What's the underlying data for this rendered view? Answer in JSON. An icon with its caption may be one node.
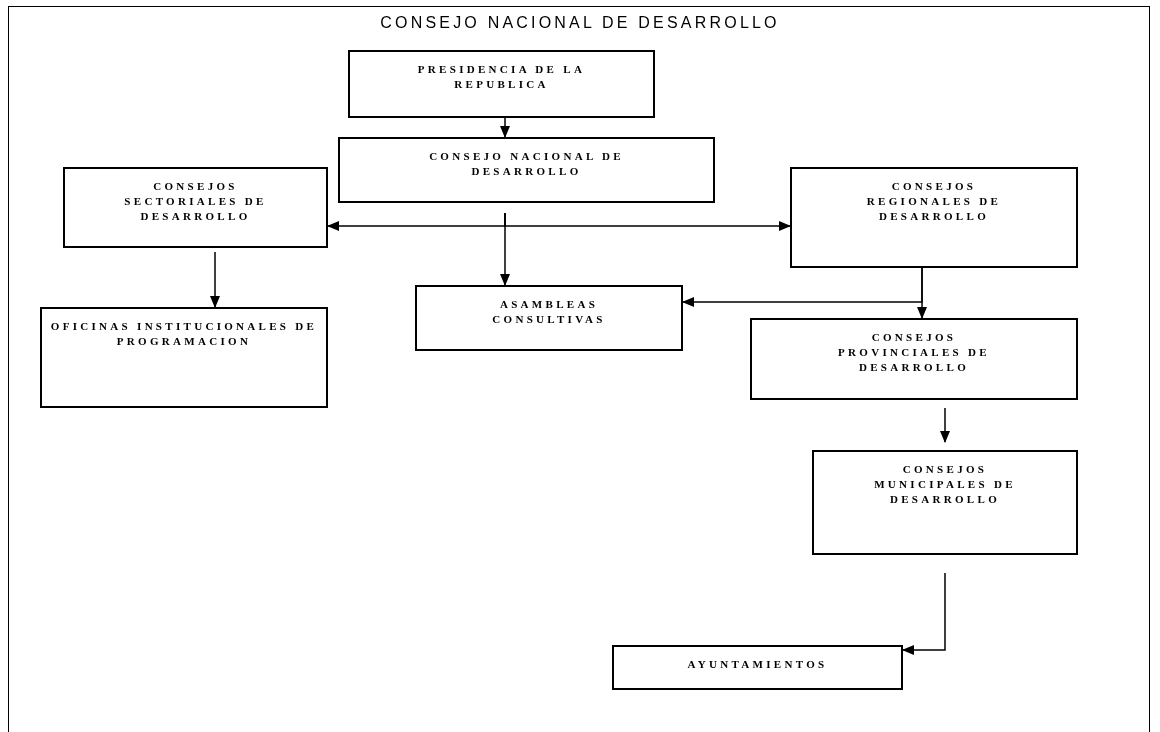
{
  "diagram": {
    "title": "CONSEJO NACIONAL DE DESARROLLO",
    "nodes": [
      {
        "text": [
          "PRESIDENCIA DE LA REPUBLICA"
        ]
      },
      {
        "text": [
          "CONSEJO NACIONAL DE DESARROLLO"
        ]
      },
      {
        "text": [
          "CONSEJOS SECTORIALES DE DESARROLLO"
        ]
      },
      {
        "text": [
          "CONSEJOS REGIONALES DE DESARROLLO"
        ]
      },
      {
        "text": [
          "ASAMBLEAS CONSULTIVAS"
        ]
      },
      {
        "text": [
          "OFICINAS INSTITUCIONALES DE PROGRAMACION"
        ]
      },
      {
        "text": [
          "CONSEJOS PROVINCIALES DE DESARROLLO"
        ]
      },
      {
        "text": [
          "CONSEJOS MUNICIPALES DE DESARROLLO"
        ]
      },
      {
        "text": [
          "AYUNTAMIENTOS"
        ]
      }
    ],
    "edges": [
      {
        "from": 0,
        "to": 1,
        "arrow": "to"
      },
      {
        "from": 1,
        "to": 2,
        "arrow": "to"
      },
      {
        "from": 1,
        "to": 3,
        "arrow": "to"
      },
      {
        "from": 1,
        "to": 4,
        "arrow": "to"
      },
      {
        "from": 2,
        "to": 5,
        "arrow": "to"
      },
      {
        "from": 3,
        "to": 6,
        "arrow": "to"
      },
      {
        "from": 3,
        "to": 4,
        "arrow": "to"
      },
      {
        "from": 6,
        "to": 7,
        "arrow": "to"
      },
      {
        "from": 7,
        "to": 8,
        "arrow": "to"
      }
    ]
  }
}
